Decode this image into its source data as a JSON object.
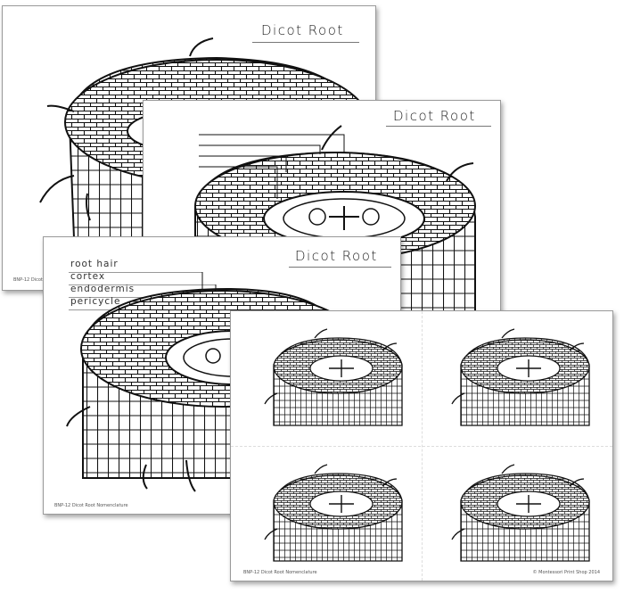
{
  "sheet1": {
    "title": "Dicot Root",
    "footer": "BNP-12 Dicot Root"
  },
  "sheet2": {
    "title": "Dicot Root"
  },
  "sheet3": {
    "title": "Dicot Root",
    "labels": [
      "root hair",
      "cortex",
      "endodermis",
      "pericycle"
    ],
    "footer": "BNP-12 Dicot Root Nomenclature"
  },
  "sheet4": {
    "footer_left": "BNP-12 Dicot Root Nomenclature",
    "footer_right": "© Montessori Print Shop 2014"
  }
}
